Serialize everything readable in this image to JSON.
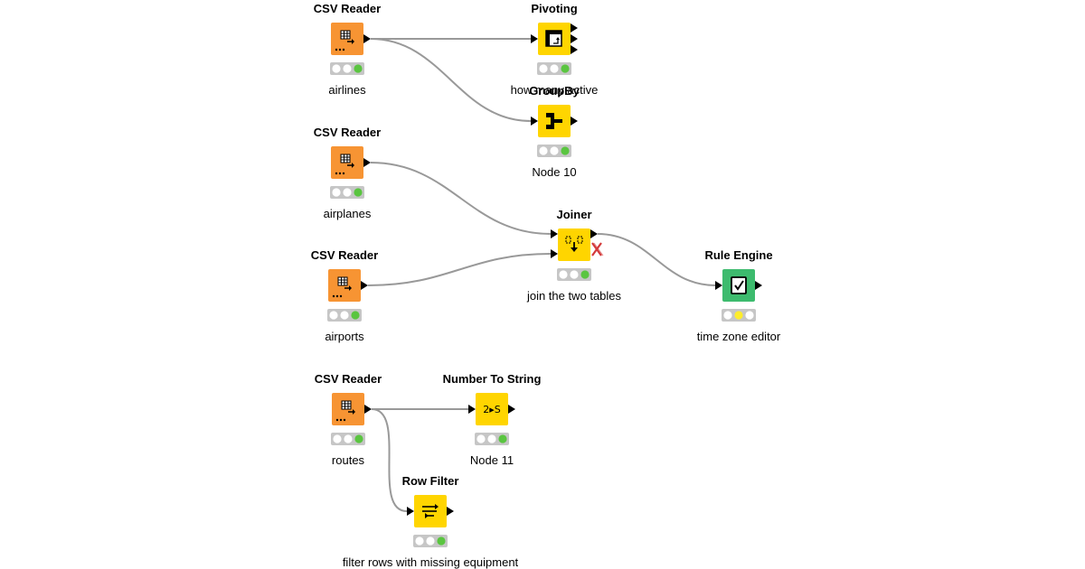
{
  "colors": {
    "source": "#F79433",
    "manipulator": "#FFD500",
    "rule_engine": "#3DBB6E",
    "connection": "#999999",
    "status_tray": "#C6C6C6",
    "status_off": "#FFFFFF",
    "status_green": "#5AC540",
    "status_yellow": "#FFED2B",
    "port": "#000000",
    "error_cross": "#D33A3A"
  },
  "nodes": [
    {
      "id": "csv-airlines",
      "title": "CSV Reader",
      "label": "airlines",
      "kind": "source",
      "icon": "csv-reader-icon",
      "status": "green"
    },
    {
      "id": "pivoting",
      "title": "Pivoting",
      "label": "how many active",
      "kind": "manipulator",
      "icon": "pivoting-icon",
      "status": "green"
    },
    {
      "id": "groupby",
      "title": "GroupBy",
      "label": "Node 10",
      "kind": "manipulator",
      "icon": "groupby-icon",
      "status": "green"
    },
    {
      "id": "csv-airplanes",
      "title": "CSV Reader",
      "label": "airplanes",
      "kind": "source",
      "icon": "csv-reader-icon",
      "status": "green"
    },
    {
      "id": "joiner",
      "title": "Joiner",
      "label": "join the two tables",
      "kind": "manipulator",
      "icon": "joiner-icon",
      "status": "green",
      "has_error_mark": true
    },
    {
      "id": "csv-airports",
      "title": "CSV Reader",
      "label": "airports",
      "kind": "source",
      "icon": "csv-reader-icon",
      "status": "green"
    },
    {
      "id": "rule-engine",
      "title": "Rule Engine",
      "label": "time zone editor",
      "kind": "rule_engine",
      "icon": "rule-engine-icon",
      "status": "yellow"
    },
    {
      "id": "csv-routes",
      "title": "CSV Reader",
      "label": "routes",
      "kind": "source",
      "icon": "csv-reader-icon",
      "status": "green"
    },
    {
      "id": "number-to-string",
      "title": "Number To String",
      "label": "Node 11",
      "kind": "manipulator",
      "icon": "number-to-string-icon",
      "icon_text": "2▸S",
      "status": "green"
    },
    {
      "id": "row-filter",
      "title": "Row Filter",
      "label": "filter rows with missing equipment",
      "kind": "manipulator",
      "icon": "row-filter-icon",
      "status": "green"
    }
  ],
  "connections": [
    {
      "from": "csv-airlines",
      "to": "pivoting"
    },
    {
      "from": "csv-airlines",
      "to": "groupby"
    },
    {
      "from": "csv-airplanes",
      "to": "joiner"
    },
    {
      "from": "csv-airports",
      "to": "joiner"
    },
    {
      "from": "joiner",
      "to": "rule-engine"
    },
    {
      "from": "csv-routes",
      "to": "number-to-string"
    },
    {
      "from": "csv-routes",
      "to": "row-filter"
    }
  ]
}
